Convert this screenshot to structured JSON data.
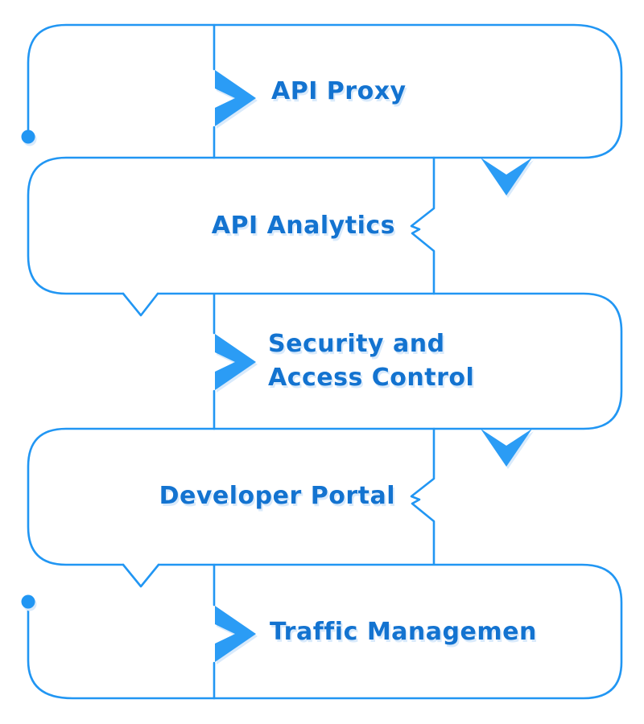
{
  "diagram": {
    "type": "serpentine-flow",
    "steps": [
      {
        "id": "api-proxy",
        "lines": [
          "API Proxy"
        ],
        "marker": "chevron-right-filled"
      },
      {
        "id": "api-analytics",
        "lines": [
          "API Analytics"
        ],
        "marker": "chevron-left-outline"
      },
      {
        "id": "security-access-control",
        "lines": [
          "Security and",
          "Access Control"
        ],
        "marker": "chevron-right-filled"
      },
      {
        "id": "developer-portal",
        "lines": [
          "Developer Portal"
        ],
        "marker": "chevron-left-outline"
      },
      {
        "id": "traffic-management",
        "lines": [
          "Traffic Managemen"
        ],
        "marker": "chevron-right-filled"
      }
    ],
    "colors": {
      "line": "#2196F3",
      "arrow": "#2B9CF5",
      "label": "#1373D0",
      "shadow": "#D9EAFB",
      "background": "#FFFFFF"
    }
  }
}
